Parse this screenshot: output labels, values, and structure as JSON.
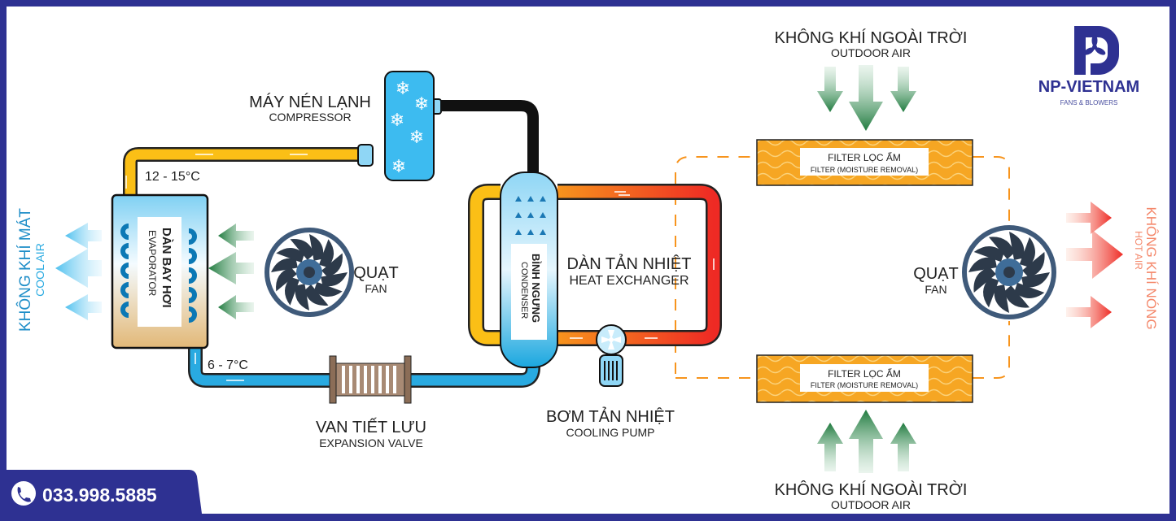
{
  "colors": {
    "frame": "#2e3192",
    "cool": "#29aae1",
    "hot": "#ee2a24",
    "pipe_yellow": "#fbbf16",
    "filter": "#f6a623",
    "green": "#1f7a3e",
    "dashed": "#f7941d"
  },
  "brand": {
    "name": "NP-VIETNAM",
    "tagline": "FANS & BLOWERS",
    "icon": "fan-logo-icon"
  },
  "contact": {
    "phone": "033.998.5885",
    "icon": "phone-icon"
  },
  "compressor": {
    "vi": "MÁY NÉN LẠNH",
    "en": "COMPRESSOR"
  },
  "evaporator": {
    "vi": "DÀN BAY HƠI",
    "en": "EVAPORATOR"
  },
  "condenser": {
    "vi": "BÌNH NGƯNG",
    "en": "CONDENSER"
  },
  "heat_exchanger": {
    "vi": "DÀN TẢN NHIỆT",
    "en": "HEAT EXCHANGER"
  },
  "pump": {
    "vi": "BƠM TẢN NHIỆT",
    "en": "COOLING PUMP"
  },
  "valve": {
    "vi": "VAN TIẾT LƯU",
    "en": "EXPANSION VALVE"
  },
  "fan_left": {
    "vi": "QUẠT",
    "en": "FAN"
  },
  "fan_right": {
    "vi": "QUẠT",
    "en": "FAN"
  },
  "temps": {
    "supply": "12 - 15°C",
    "return": "6 - 7°C"
  },
  "cool_air": {
    "vi": "KHÔNG KHÍ MÁT",
    "en": "COOL AIR"
  },
  "hot_air": {
    "vi": "KHÔNG KHÍ NÓNG",
    "en": "HOT AIR"
  },
  "outdoor_top": {
    "vi": "KHÔNG KHÍ NGOÀI TRỜI",
    "en": "OUTDOOR AIR"
  },
  "outdoor_bottom": {
    "vi": "KHÔNG KHÍ NGOÀI TRỜI",
    "en": "OUTDOOR AIR"
  },
  "filter_top": {
    "vi": "FILTER LỌC ẨM",
    "en": "FILTER (MOISTURE REMOVAL)"
  },
  "filter_bottom": {
    "vi": "FILTER LỌC ẨM",
    "en": "FILTER (MOISTURE REMOVAL)"
  }
}
